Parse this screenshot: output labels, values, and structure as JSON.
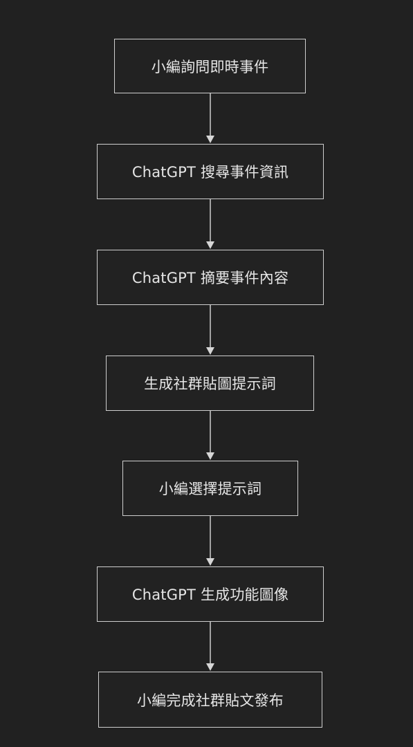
{
  "flowchart": {
    "steps": [
      {
        "label": "小編詢問即時事件"
      },
      {
        "label": "ChatGPT 搜尋事件資訊"
      },
      {
        "label": "ChatGPT 摘要事件內容"
      },
      {
        "label": "生成社群貼圖提示詞"
      },
      {
        "label": "小編選擇提示詞"
      },
      {
        "label": "ChatGPT 生成功能圖像"
      },
      {
        "label": "小編完成社群貼文發布"
      }
    ],
    "colors": {
      "background": "#212121",
      "node_border": "#cfcfcf",
      "node_text": "#e6e6e6",
      "arrow": "#cfcfcf"
    }
  }
}
